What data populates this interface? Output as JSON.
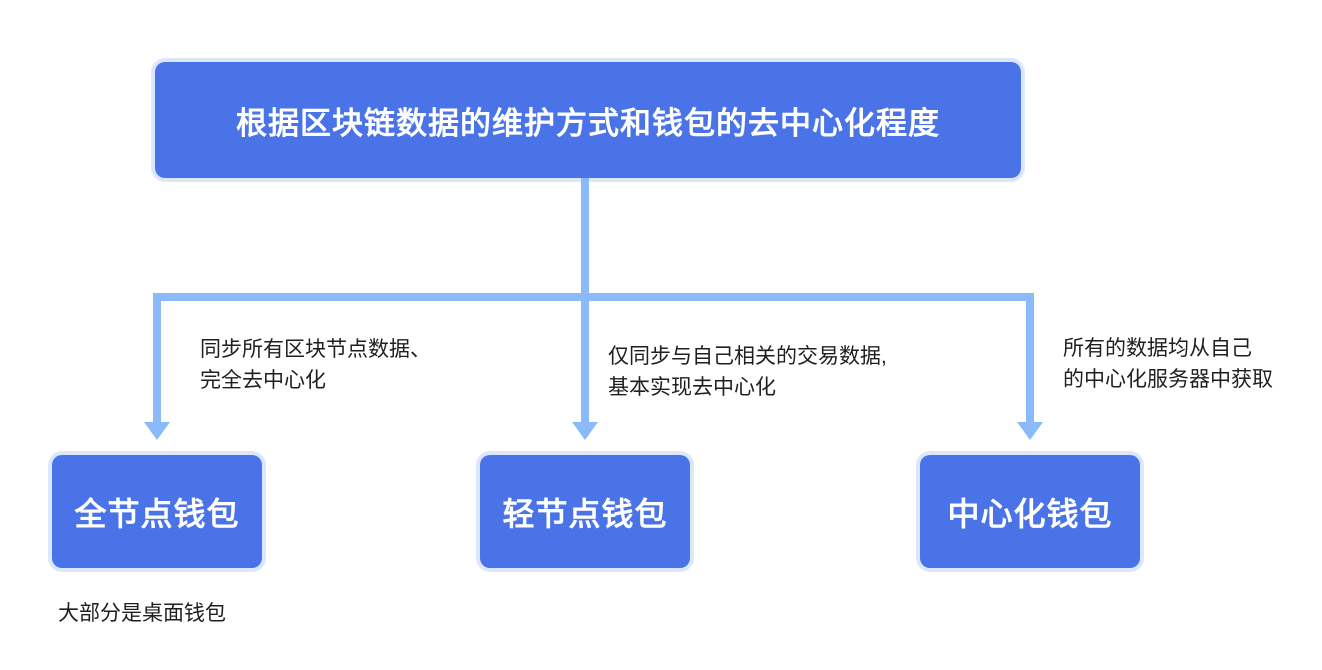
{
  "diagram": {
    "root_label": "根据区块链数据的维护方式和钱包的去中心化程度",
    "branches": [
      {
        "note_line1": "同步所有区块节点数据、",
        "note_line2": "完全去中心化",
        "box_label": "全节点钱包"
      },
      {
        "note_line1": "仅同步与自己相关的交易数据,",
        "note_line2": "基本实现去中心化",
        "box_label": "轻节点钱包"
      },
      {
        "note_line1": "所有的数据均从自己",
        "note_line2": "的中心化服务器中获取",
        "box_label": "中心化钱包"
      }
    ],
    "footnote": "大部分是桌面钱包"
  },
  "colors": {
    "box_fill": "#4b73e8",
    "box_glow": "#dbe7fc",
    "arrow": "#8abafa",
    "text_dark": "#1f1f1f",
    "box_text": "#ffffff",
    "background": "#ffffff"
  }
}
